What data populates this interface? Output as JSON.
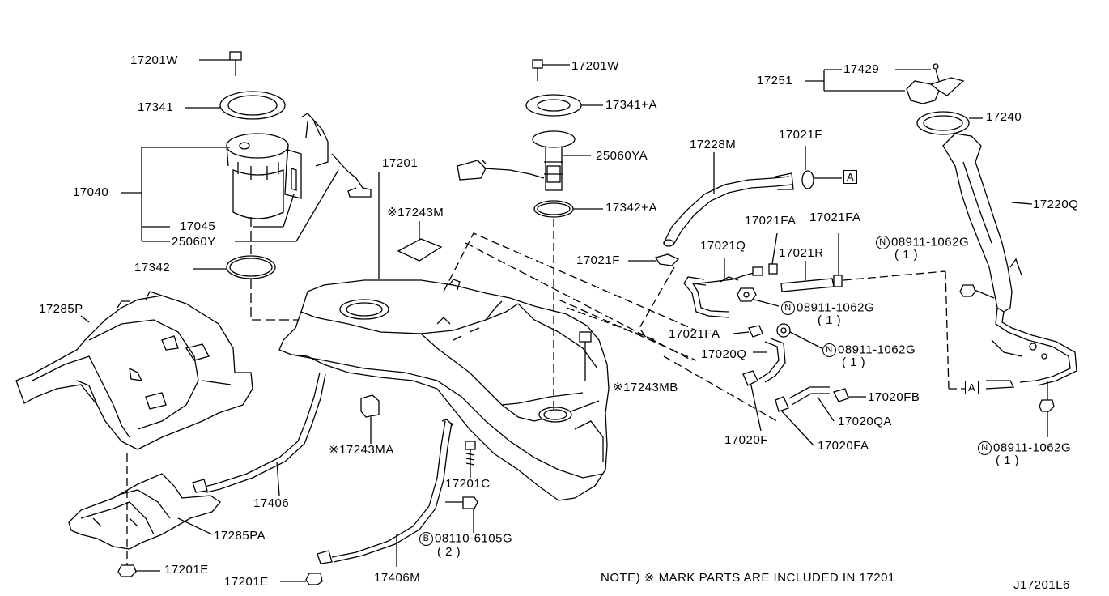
{
  "labels": {
    "l17201w_left": "17201W",
    "l17341": "17341",
    "l17040": "17040",
    "l17045": "17045",
    "l25060y": "25060Y",
    "l17342": "17342",
    "l17285p": "17285P",
    "l17285pa": "17285PA",
    "l17201e_left": "17201E",
    "l17201": "17201",
    "l17243m": "※17243M",
    "l17243mb": "※17243MB",
    "l17243ma": "※17243MA",
    "l17406": "17406",
    "l17201c": "17201C",
    "mark_b": "B",
    "l08110": "08110-6105G",
    "qty2": "( 2 )",
    "l17406m": "17406M",
    "l17201e_bottom": "17201E",
    "l17201w_center": "17201W",
    "l17341a": "17341+A",
    "l25060ya": "25060YA",
    "l17342a": "17342+A",
    "l17228m": "17228M",
    "l17021f_top": "17021F",
    "ref_a": "A",
    "l17021fa_a": "17021FA",
    "l17021fa_b": "17021FA",
    "l17021f_mid": "17021F",
    "l17021q": "17021Q",
    "l17021r": "17021R",
    "mark_n": "N",
    "l08911": "08911-1062G",
    "qty1": "( 1 )",
    "l17021fa_c": "17021FA",
    "l17020q": "17020Q",
    "l17020fb": "17020FB",
    "l17020qa": "17020QA",
    "l17020f": "17020F",
    "l17020fa": "17020FA",
    "l17251": "17251",
    "l17429": "17429",
    "l17240": "17240",
    "l17220q": "17220Q"
  },
  "footer": {
    "note": "NOTE) ※ MARK PARTS ARE INCLUDED IN 17201",
    "code": "J17201L6"
  }
}
